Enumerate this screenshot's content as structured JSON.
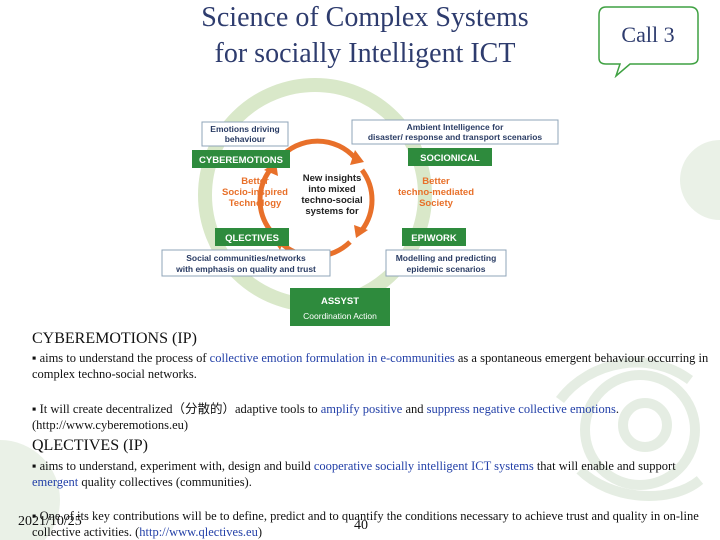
{
  "slide": {
    "title_line1": "Science of Complex Systems",
    "title_line2": "for socially Intelligent ICT",
    "callout": "Call 3",
    "date": "2021/10/25",
    "page_number": "40"
  },
  "diagram": {
    "boxes": {
      "emotions_driving": [
        "Emotions driving",
        "behaviour"
      ],
      "ambient": [
        "Ambient Intelligence for",
        "disaster/ response and transport scenarios"
      ],
      "cyberemotions": "CYBEREMOTIONS",
      "socionical": "SOCIONICAL",
      "qlectives": "QLECTIVES",
      "epiwork": "EPIWORK",
      "social_communities": [
        "Social communities/networks",
        "with emphasis on quality and trust"
      ],
      "modelling": [
        "Modelling and predicting",
        "epidemic scenarios"
      ],
      "assyst": "ASSYST",
      "coordination": "Coordination Action"
    },
    "left_orange": [
      "Better",
      "Socio-inspired",
      "Technology"
    ],
    "right_orange": [
      "Better",
      "techno-mediated",
      "Society"
    ],
    "center": [
      "New insights",
      "into mixed",
      "techno-social",
      "systems for"
    ],
    "colors": {
      "green": "#2e8b3d",
      "orange": "#e8702a",
      "pale_green": "#d9e8c9"
    }
  },
  "content": {
    "cyber_heading": "CYBEREMOTIONS (IP)",
    "cyber_b1": [
      "aims to understand the process of ",
      "collective emotion formulation in e-communities",
      " as a spontaneous emergent behaviour occurring in complex techno-social networks."
    ],
    "cyber_b2": [
      "It will create decentralized（分散的）adaptive tools to ",
      "amplify positive",
      " and ",
      "suppress negative collective emotions",
      ". (http://www.cyberemotions.eu)"
    ],
    "qlect_heading": "QLECTIVES (IP)",
    "qlect_b1": [
      "aims to understand, experiment with, design and build ",
      "cooperative socially intelligent ICT systems",
      " that will enable and support ",
      "emergent",
      " quality collectives (communities)."
    ],
    "qlect_b2": [
      "One of its key contributions will be to define, predict and to quantify the conditions necessary to achieve trust and quality in on-line collective activities. (",
      "http://www.qlectives.eu",
      ")"
    ]
  }
}
